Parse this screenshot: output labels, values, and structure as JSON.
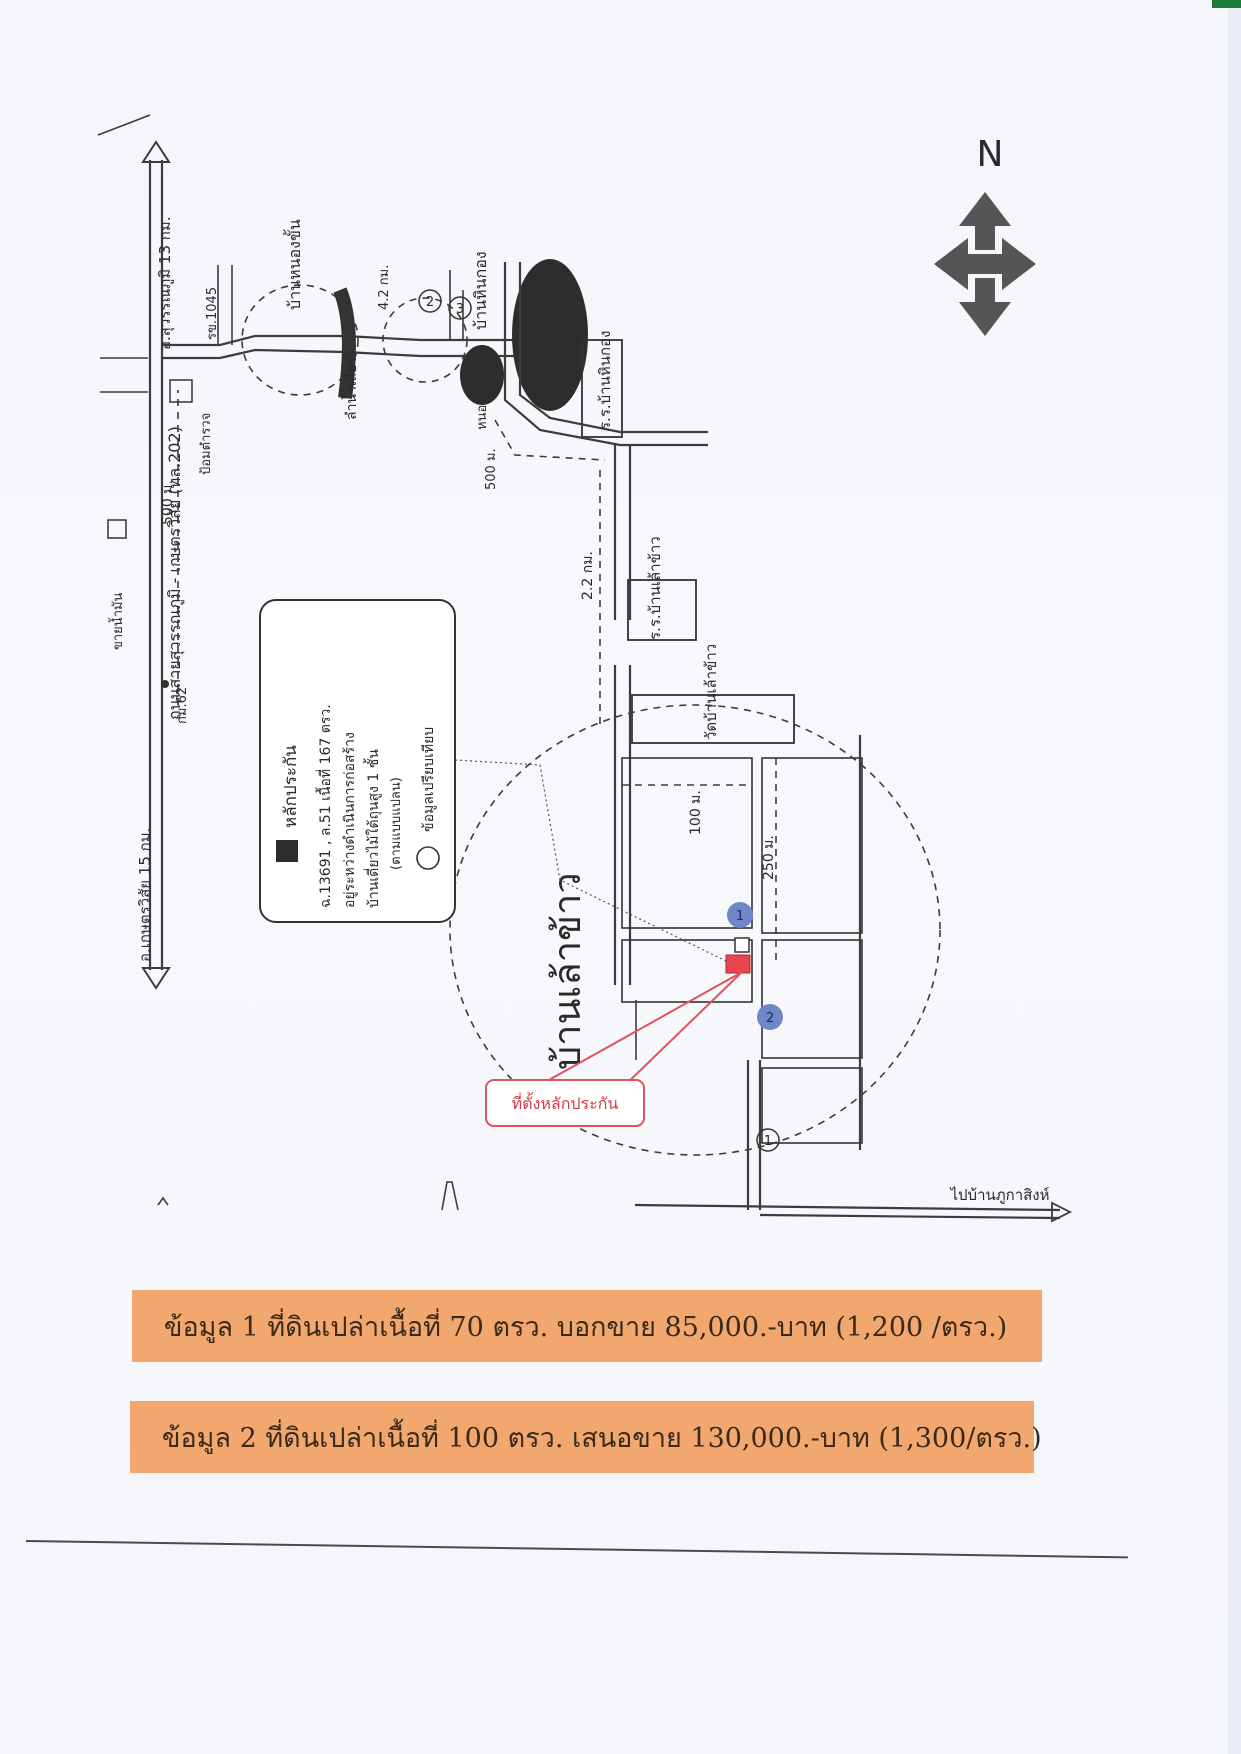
{
  "compass": {
    "label": "N"
  },
  "roads": {
    "left_end": "อ.เกษตรวิสัย 15 กม.",
    "right_end": "อ.สุวรรณภูมิ 13 กม.",
    "main_highway": "ถนนสายสุวรรณภูมิ - เกษตรวิสัย (ทล.202)",
    "km_marker": "กม.62",
    "road_1045": "รข.1045",
    "police_box": "ป้อมตำรวจ",
    "village_sign": "ขายน้ำมัน",
    "to_phu_ka_sing": "ไปบ้านภูกาสิงห์"
  },
  "places": {
    "ban_nong_khan": "บ้านหนองขั้น",
    "lam_nam_siao": "ลำน้ำเสียว",
    "ban_hin_kong": "บ้านหินกอง",
    "nong": "หนอง",
    "school_hin_kong": "ร.ร.บ้านหินกอง",
    "school_lao_khao": "ร.ร.บ้านเล้าข้าว",
    "temple_lao_khao": "วัดบ้านเล้าข้าว",
    "village_lao_khao": "บ้านเล้าข้าว"
  },
  "distances": {
    "d_500_a": "500 ม.",
    "d_500_b": "500 ม.",
    "d_4_2_km": "4.2 กม.",
    "d_2_2_km": "2.2 กม.",
    "d_100_m": "100 ม.",
    "d_250_m": "250 ม."
  },
  "markers": {
    "m1": "1",
    "m2": "2",
    "m3": "3",
    "blue1": "1",
    "blue2": "2"
  },
  "legend": {
    "title": "หลักประกัน",
    "line1": "ฉ.13691 , ล.51 เนื้อที่ 167 ตรว.",
    "line2": "อยู่ระหว่างดำเนินการก่อสร้าง",
    "line3": "บ้านเดี่ยวไม้ใต้ถุนสูง 1 ชั้น",
    "line4": "(ตามแบบแปลน)",
    "comparison": "ข้อมูลเปรียบเทียบ"
  },
  "collateral_callout": "ที่ตั้งหลักประกัน",
  "info": {
    "item1": "ข้อมูล 1 ที่ดินเปล่าเนื้อที่ 70 ตรว. บอกขาย 85,000.-บาท (1,200 /ตรว.)",
    "item2": "ข้อมูล 2 ที่ดินเปล่าเนื้อที่ 100 ตรว. เสนอขาย 130,000.-บาท (1,300/ตรว.)"
  },
  "colors": {
    "banner": "#f2a76e",
    "callout": "#e0535f",
    "collateral": "#e8454f",
    "comparison_marker": "#6f86c8"
  }
}
